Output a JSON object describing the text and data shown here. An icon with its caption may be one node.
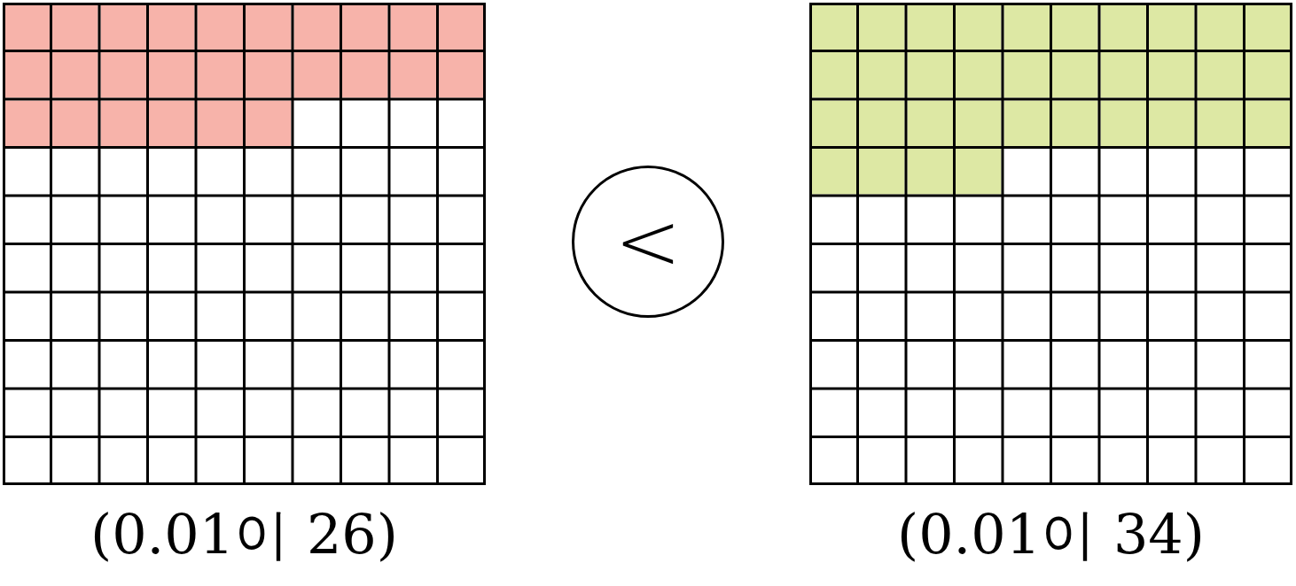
{
  "diagram": {
    "nodes": [
      {
        "text": [],
        "shape": "grid",
        "beside": [
          "(0.01이 26)"
        ]
      },
      {
        "text": [
          "<"
        ]
      },
      {
        "text": [],
        "shape": "grid",
        "beside": [
          "(0.01이 34)"
        ]
      }
    ]
  }
}
